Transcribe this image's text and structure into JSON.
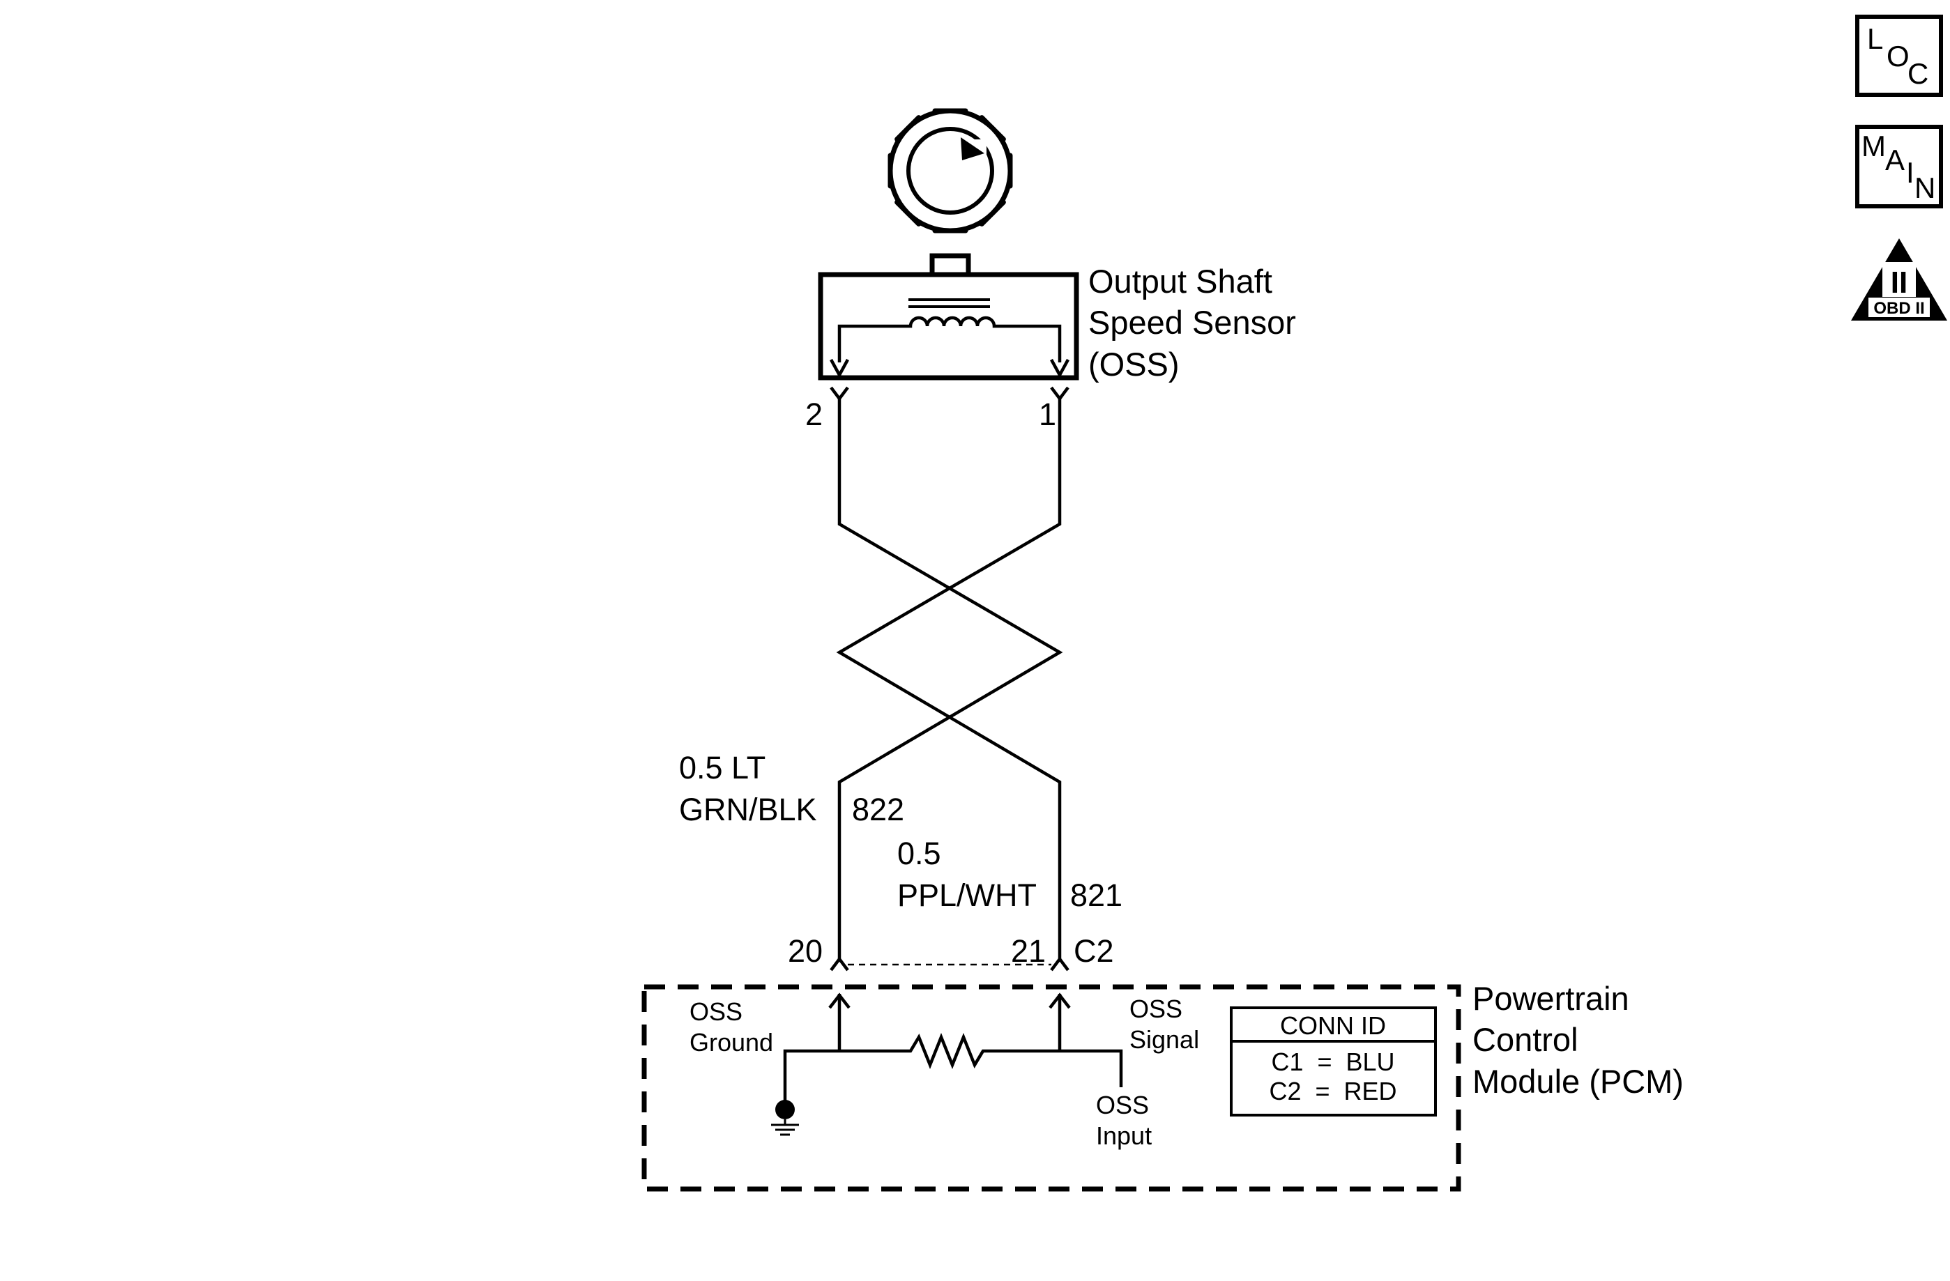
{
  "sensor": {
    "name_lines": [
      "Output Shaft",
      "Speed Sensor",
      "(OSS)"
    ],
    "pin_left": "2",
    "pin_right": "1"
  },
  "wires": {
    "ground_wire": {
      "gauge_color_lines": [
        "0.5 LT",
        "GRN/BLK"
      ],
      "circuit": "822"
    },
    "signal_wire": {
      "gauge_color_lines": [
        "0.5",
        "PPL/WHT"
      ],
      "circuit": "821"
    }
  },
  "connector": {
    "pin_left": "20",
    "pin_right": "21",
    "id": "C2"
  },
  "pcm": {
    "name_lines": [
      "Powertrain",
      "Control",
      "Module (PCM)"
    ],
    "ground_label_lines": [
      "OSS",
      "Ground"
    ],
    "signal_label_lines": [
      "OSS",
      "Signal"
    ],
    "input_label_lines": [
      "OSS",
      "Input"
    ],
    "conn_table": {
      "header": "CONN ID",
      "rows": [
        "C1  =  BLU",
        "C2  =  RED"
      ]
    }
  },
  "nav_buttons": {
    "loc": {
      "letters": [
        "L",
        "O",
        "C"
      ]
    },
    "main": {
      "letters": [
        "M",
        "A",
        "I",
        "N"
      ]
    },
    "obd": {
      "numeral": "II",
      "caption": "OBD II"
    }
  }
}
